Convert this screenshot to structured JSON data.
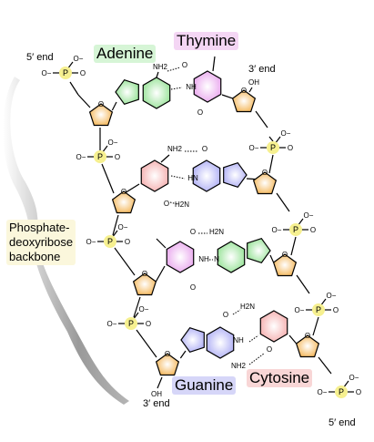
{
  "labels": {
    "adenine": "Adenine",
    "thymine": "Thymine",
    "guanine": "Guanine",
    "cytosine": "Cytosine",
    "five_end_top": "5′ end",
    "three_end_top": "3′ end",
    "three_end_bottom": "3′ end",
    "five_end_bottom": "5′ end",
    "backbone_line1": "Phosphate-",
    "backbone_line2": "deoxyribose",
    "backbone_line3": "backbone"
  },
  "atoms": {
    "nh2": "NH2",
    "h2n": "H2N",
    "o": "O",
    "n": "N",
    "nh": "NH",
    "hn": "HN",
    "p": "P",
    "oh": "OH",
    "o_minus": "O−"
  },
  "colors": {
    "adenine": "#8fe08f",
    "thymine": "#e7a0ec",
    "guanine": "#a8a8f4",
    "cytosine": "#f4a8a8",
    "sugar": "#f3b04a",
    "phosphate": "#f6f090",
    "adenine_label_bg": "#d6f5d6",
    "thymine_label_bg": "#f4d6f4",
    "guanine_label_bg": "#d6d6f8",
    "cytosine_label_bg": "#f8d6d6",
    "backbone_label_bg": "#fbf7dc",
    "brace": "#9a9a9a"
  }
}
